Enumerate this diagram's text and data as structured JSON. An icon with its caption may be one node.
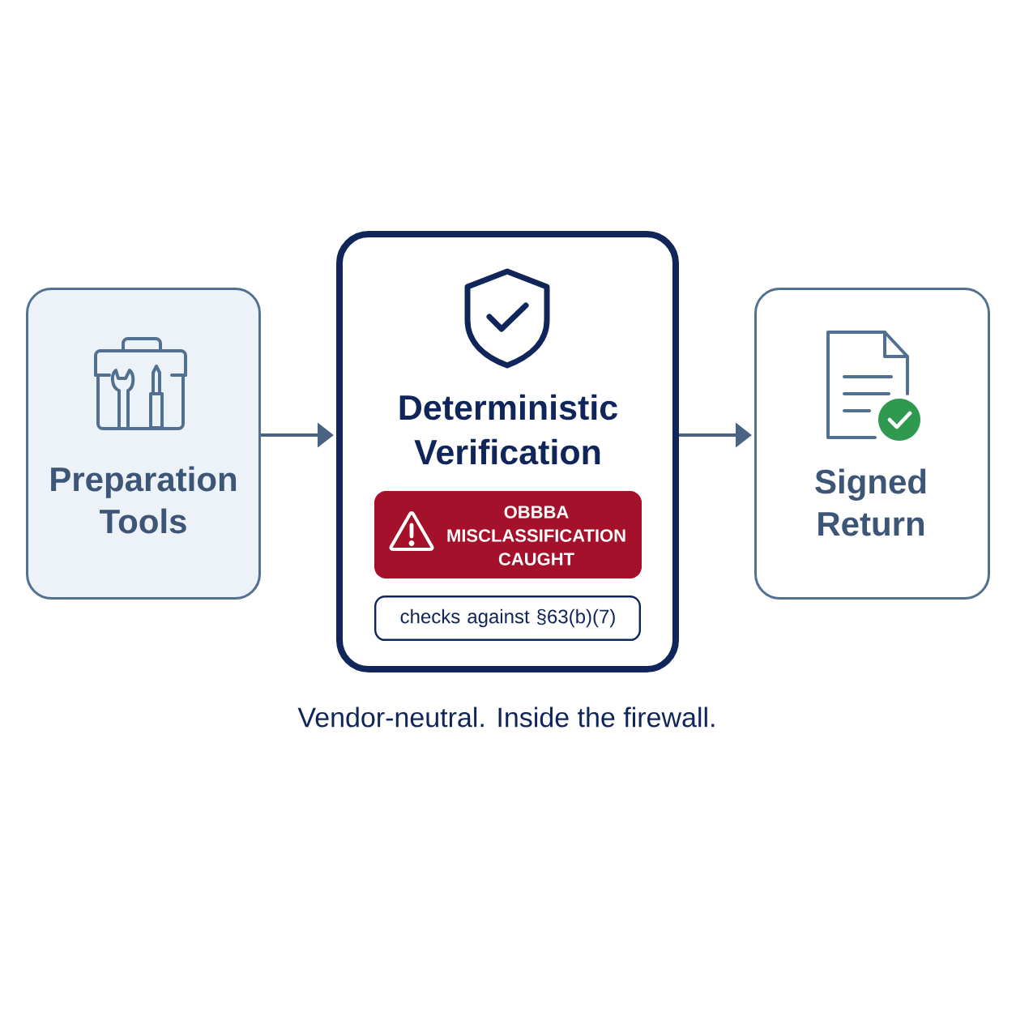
{
  "diagram": {
    "caption": "Vendor-neutral. Inside the firewall.",
    "nodes": [
      {
        "text": [
          "Preparation Tools"
        ]
      },
      {
        "text": [
          "Deterministic Verification"
        ]
      },
      {
        "text": [
          "OBBBA MISCLASSIFICATION CAUGHT"
        ],
        "in": 1
      },
      {
        "text": [
          "checks against §63(b)(7)"
        ],
        "in": 1
      },
      {
        "text": [
          "Signed Return"
        ]
      }
    ],
    "edges": [
      {
        "from": 0,
        "to": 1,
        "arrow": "to"
      },
      {
        "from": 1,
        "to": 4,
        "arrow": "to"
      }
    ]
  }
}
